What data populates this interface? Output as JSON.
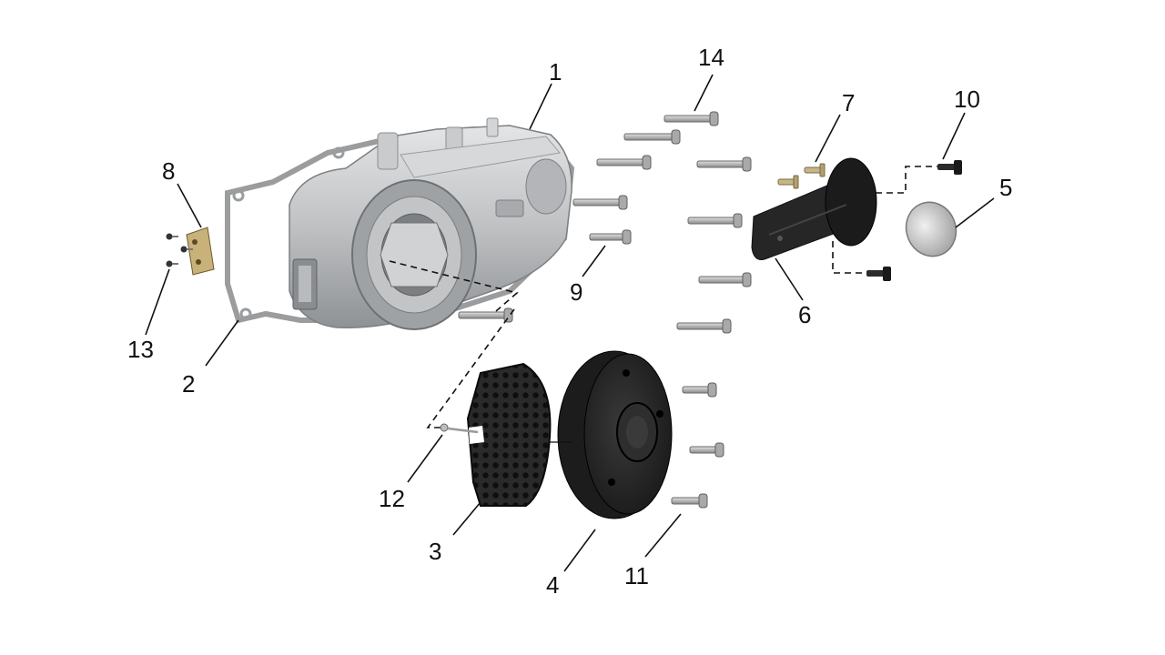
{
  "callouts": {
    "c1": "1",
    "c2": "2",
    "c3": "3",
    "c4": "4",
    "c5": "5",
    "c6": "6",
    "c7": "7",
    "c8": "8",
    "c9": "9",
    "c10": "10",
    "c11": "11",
    "c12": "12",
    "c13": "13",
    "c14": "14"
  },
  "colors": {
    "cover_silver": "#c4c6c8",
    "cover_dark": "#8e9194",
    "gasket": "#9a9c9e",
    "black_part": "#232323",
    "bolt": "#b8b8b8",
    "brass": "#c7b58a",
    "leader": "#111111"
  }
}
